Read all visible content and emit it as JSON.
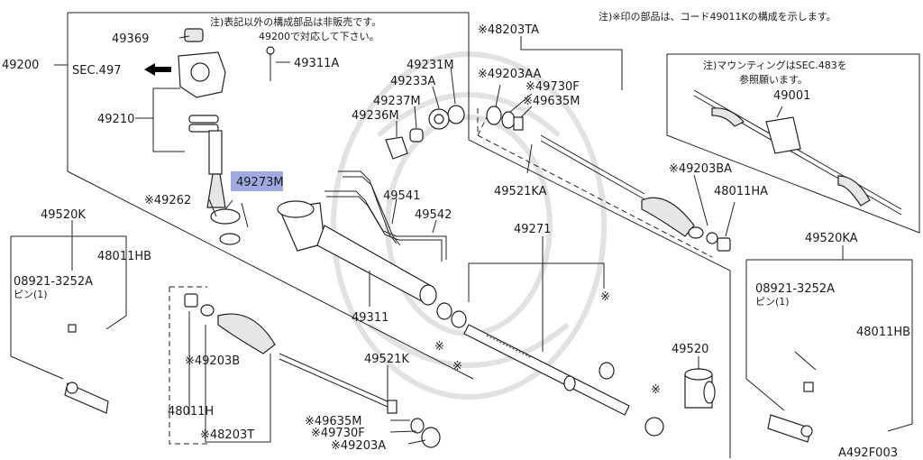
{
  "diagram_id": "A492F003",
  "notes": {
    "top_right": "注)※印の部品は、コード49011Kの構成を示します。",
    "box_left_1": "注)表記以外の構成部品は非販売です。",
    "box_left_2": "49200で対応して下さい。",
    "box_right_1": "注)マウンティングはSEC.483を",
    "box_right_2": "参照願います。"
  },
  "labels": {
    "p49200": "49200",
    "sec497": "SEC.497",
    "p49369": "49369",
    "p49311A": "49311A",
    "p49210": "49210",
    "p49273M": "49273M",
    "p49262": "※49262",
    "p49231M": "49231M",
    "p49233A": "49233A",
    "p49237M": "49237M",
    "p49236M": "49236M",
    "p49541": "49541",
    "p49542": "49542",
    "p49311": "49311",
    "p48203TA": "※48203TA",
    "p49203AA": "※49203AA",
    "p49730F_top": "※49730F",
    "p49635M_top": "※49635M",
    "p49521KA": "49521KA",
    "p49203BA": "※49203BA",
    "p48011HA": "48011HA",
    "p49001": "49001",
    "p49520KA": "49520KA",
    "pin_right_code": "08921-3252A",
    "pin_right_name": "ピン(1)",
    "p48011HB_right": "48011HB",
    "p49271": "49271",
    "p49520": "49520",
    "p49520K": "49520K",
    "p48011HB_left": "48011HB",
    "pin_left_code": "08921-3252A",
    "pin_left_name": "ピン(1)",
    "p49203B": "※49203B",
    "p49521K": "49521K",
    "p48011H": "48011H",
    "p48203T": "※48203T",
    "p49635M_bot": "※49635M",
    "p49730F_bot": "※49730F",
    "p49203A": "※49203A",
    "mark1": "※",
    "mark2": "※",
    "mark3": "※",
    "mark4": "※"
  }
}
